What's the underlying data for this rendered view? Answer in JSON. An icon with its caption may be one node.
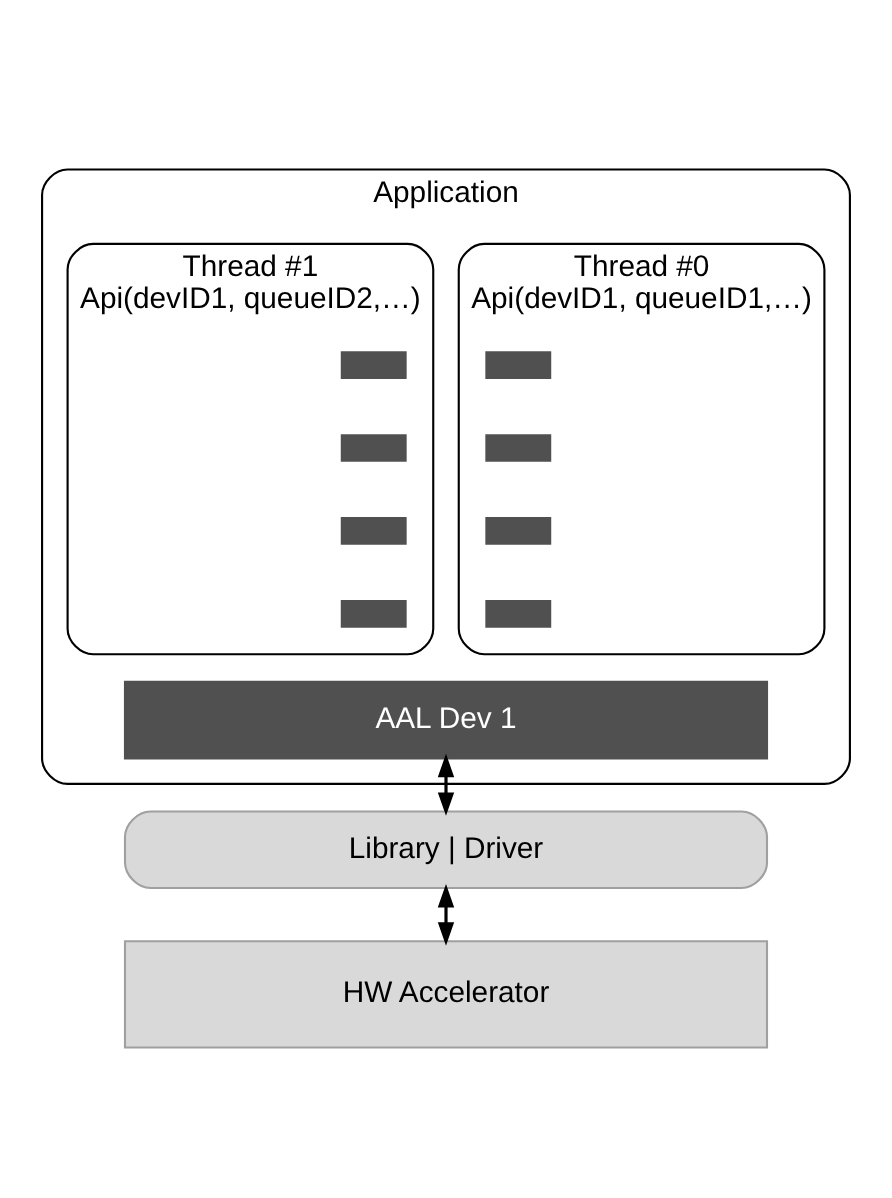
{
  "diagram": {
    "nodes": [
      {
        "text": [
          "Application"
        ]
      },
      {
        "text": [
          "Thread #0",
          "Api(devID1, queueID1,…)"
        ],
        "in": 0
      },
      {
        "text": [],
        "shape": "box",
        "in": 1
      },
      {
        "text": [],
        "shape": "box",
        "in": 1
      },
      {
        "text": [],
        "shape": "box",
        "in": 1
      },
      {
        "text": [],
        "shape": "box",
        "in": 1
      },
      {
        "text": [
          "Thread #1",
          "Api(devID1, queueID2,…)"
        ],
        "in": 0
      },
      {
        "text": [],
        "shape": "box",
        "in": 6
      },
      {
        "text": [],
        "shape": "box",
        "in": 6
      },
      {
        "text": [],
        "shape": "box",
        "in": 6
      },
      {
        "text": [],
        "shape": "box",
        "in": 6
      },
      {
        "text": [
          "AAL Dev 1"
        ],
        "in": 0
      },
      {
        "text": [
          "Library | Driver"
        ]
      },
      {
        "text": [
          "HW Accelerator"
        ]
      }
    ],
    "edges": [
      {
        "from": 11,
        "to": 12,
        "arrow": "both"
      },
      {
        "from": 12,
        "to": 13,
        "arrow": "both"
      }
    ]
  }
}
